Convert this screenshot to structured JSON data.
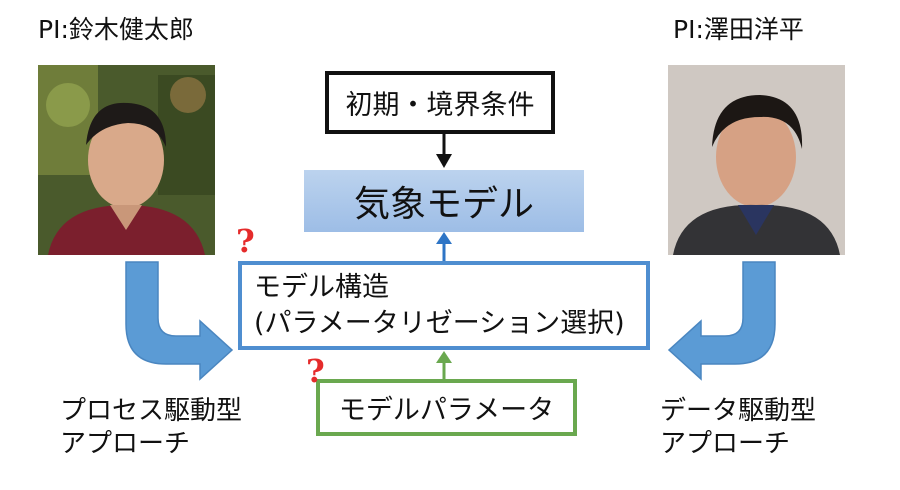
{
  "left": {
    "pi_label": "PI:鈴木健太郎",
    "approach_line1": "プロセス駆動型",
    "approach_line2": "アプローチ"
  },
  "right": {
    "pi_label": "PI:澤田洋平",
    "approach_line1": "データ駆動型",
    "approach_line2": "アプローチ"
  },
  "center": {
    "conditions": "初期・境界条件",
    "model": "気象モデル",
    "structure_line1": "モデル構造",
    "structure_line2": "(パラメータリゼーション選択)",
    "params": "モデルパラメータ",
    "question_mark": "?"
  },
  "colors": {
    "blue_arrow": "#5b9bd5",
    "structure_border": "#4f8ed0",
    "params_border": "#6aa84f",
    "question": "#e52b2b"
  }
}
